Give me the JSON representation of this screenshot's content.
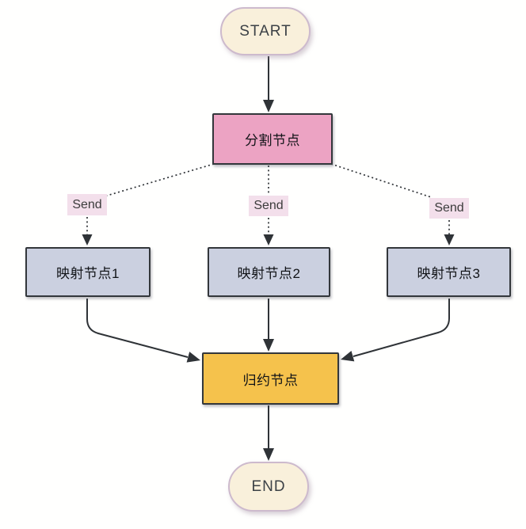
{
  "diagram": {
    "type": "flowchart",
    "nodes": {
      "start": {
        "label": "START",
        "shape": "pill",
        "fill": "#F9F0DB"
      },
      "split": {
        "label": "分割节点",
        "shape": "rectangle",
        "fill": "#ECA3C3"
      },
      "map1": {
        "label": "映射节点1",
        "shape": "rectangle",
        "fill": "#CBD0E0"
      },
      "map2": {
        "label": "映射节点2",
        "shape": "rectangle",
        "fill": "#CBD0E0"
      },
      "map3": {
        "label": "映射节点3",
        "shape": "rectangle",
        "fill": "#CBD0E0"
      },
      "reduce": {
        "label": "归约节点",
        "shape": "rectangle",
        "fill": "#F5C24C"
      },
      "end": {
        "label": "END",
        "shape": "pill",
        "fill": "#F9F0DB"
      }
    },
    "edges": [
      {
        "from": "start",
        "to": "split",
        "style": "solid",
        "label": ""
      },
      {
        "from": "split",
        "to": "map1",
        "style": "dotted",
        "label": "Send"
      },
      {
        "from": "split",
        "to": "map2",
        "style": "dotted",
        "label": "Send"
      },
      {
        "from": "split",
        "to": "map3",
        "style": "dotted",
        "label": "Send"
      },
      {
        "from": "map1",
        "to": "reduce",
        "style": "solid",
        "label": ""
      },
      {
        "from": "map2",
        "to": "reduce",
        "style": "solid",
        "label": ""
      },
      {
        "from": "map3",
        "to": "reduce",
        "style": "solid",
        "label": ""
      },
      {
        "from": "reduce",
        "to": "end",
        "style": "solid",
        "label": ""
      }
    ],
    "colors": {
      "background": "#FFFFFE",
      "arrow": "#2F3337",
      "node_border": "#33373B",
      "pill_border": "#CDBACD",
      "send_label_bg": "#F3DFEB",
      "send_label_text": "#3C3C3C"
    }
  }
}
